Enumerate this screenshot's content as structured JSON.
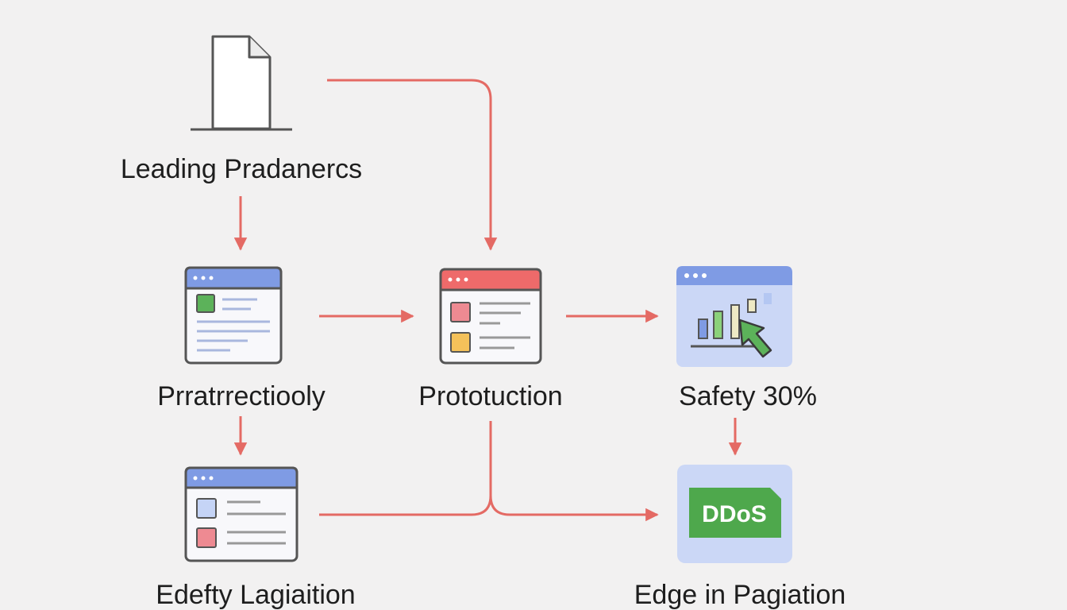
{
  "nodes": {
    "leading": {
      "label": "Leading Pradanercs",
      "icon": "document-icon"
    },
    "prratrrectiooly": {
      "label": "Prratrrectiooly",
      "icon": "browser-window-icon"
    },
    "prototuction": {
      "label": "Prototuction",
      "icon": "browser-window-icon"
    },
    "safety": {
      "label": "Safety 30%",
      "icon": "chart-cursor-icon"
    },
    "edefty": {
      "label": "Edefty Lagiaition",
      "icon": "browser-window-icon"
    },
    "edge": {
      "label": "Edge in Pagiation",
      "icon": "ddos-badge-icon",
      "badge_text": "DDoS"
    }
  },
  "colors": {
    "background": "#f2f1f1",
    "arrow": "#e46a64",
    "blue_header": "#7f9be4",
    "red_header": "#ee6a6a",
    "green": "#5cb25a",
    "badge_green": "#4ea84c",
    "tile_blue": "#cbd7f6"
  }
}
